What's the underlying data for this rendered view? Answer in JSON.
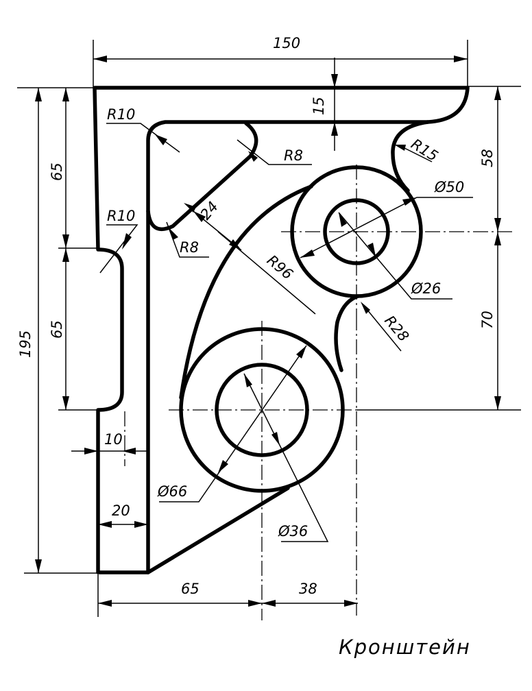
{
  "title": "Кронштейн",
  "dimensions": {
    "overall_width": "150",
    "top_thickness": "15",
    "top_height": "65",
    "mid_height": "65",
    "overall_height": "195",
    "right_upper": "58",
    "right_lower": "70",
    "r10_top": "R10",
    "r10_left": "R10",
    "r8_top": "R8",
    "r8_left": "R8",
    "r15": "R15",
    "r28": "R28",
    "r96": "R96",
    "rib_24": "24",
    "dia_50": "Ø50",
    "dia_26": "Ø26",
    "dia_66": "Ø66",
    "dia_36": "Ø36",
    "wall_10": "10",
    "wall_20": "20",
    "base_65": "65",
    "base_38": "38"
  }
}
